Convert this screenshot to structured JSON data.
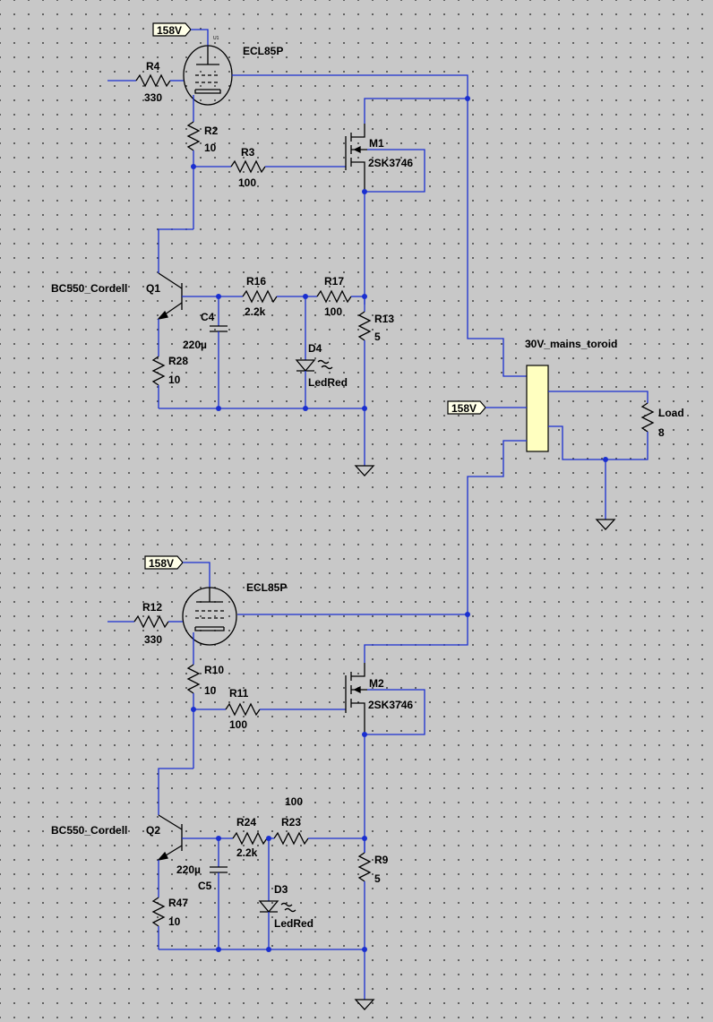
{
  "flags": {
    "top_supply": "158V",
    "mid_supply": "158V",
    "bottom_supply": "158V"
  },
  "transformer": {
    "name": "30V_mains_toroid"
  },
  "load": {
    "name": "Load",
    "value": "8"
  },
  "channel_a": {
    "tube": {
      "model": "ECL85P",
      "tag": "U1"
    },
    "grid_resistor": {
      "name": "R4",
      "value": "330"
    },
    "cathode_resistor": {
      "name": "R2",
      "value": "10"
    },
    "gate_resistor": {
      "name": "R3",
      "value": "100"
    },
    "mosfet": {
      "name": "M1",
      "model": "2SK3746"
    },
    "bjt": {
      "name": "Q1",
      "model": "BC550_Cordell"
    },
    "base_resistor": {
      "name": "R16",
      "value": "2.2k"
    },
    "feedback_resistor": {
      "name": "R17",
      "value": "100"
    },
    "source_resistor": {
      "name": "R13",
      "value": "5"
    },
    "emitter_resistor": {
      "name": "R28",
      "value": "10"
    },
    "capacitor": {
      "name": "C4",
      "value": "220µ"
    },
    "led": {
      "name": "D4",
      "model": "LedRed"
    }
  },
  "channel_b": {
    "tube": {
      "model": "ECL85P"
    },
    "grid_resistor": {
      "name": "R12",
      "value": "330"
    },
    "cathode_resistor": {
      "name": "R10",
      "value": "10"
    },
    "gate_resistor": {
      "name": "R11",
      "value": "100"
    },
    "mosfet": {
      "name": "M2",
      "model": "2SK3746"
    },
    "bjt": {
      "name": "Q2",
      "model": "BC550_Cordell"
    },
    "base_resistor": {
      "name": "R24",
      "value": "2.2k"
    },
    "feedback_resistor": {
      "name": "R23",
      "value": "100"
    },
    "source_resistor": {
      "name": "R9",
      "value": "5"
    },
    "emitter_resistor": {
      "name": "R47",
      "value": "10"
    },
    "capacitor": {
      "name": "C5",
      "value": "220µ"
    },
    "led": {
      "name": "D3",
      "model": "LedRed"
    }
  },
  "colors": {
    "wire": "#1a2fd0",
    "component": "#000000",
    "background": "#c8c8c8",
    "transformer_fill": "#ffffc0"
  }
}
